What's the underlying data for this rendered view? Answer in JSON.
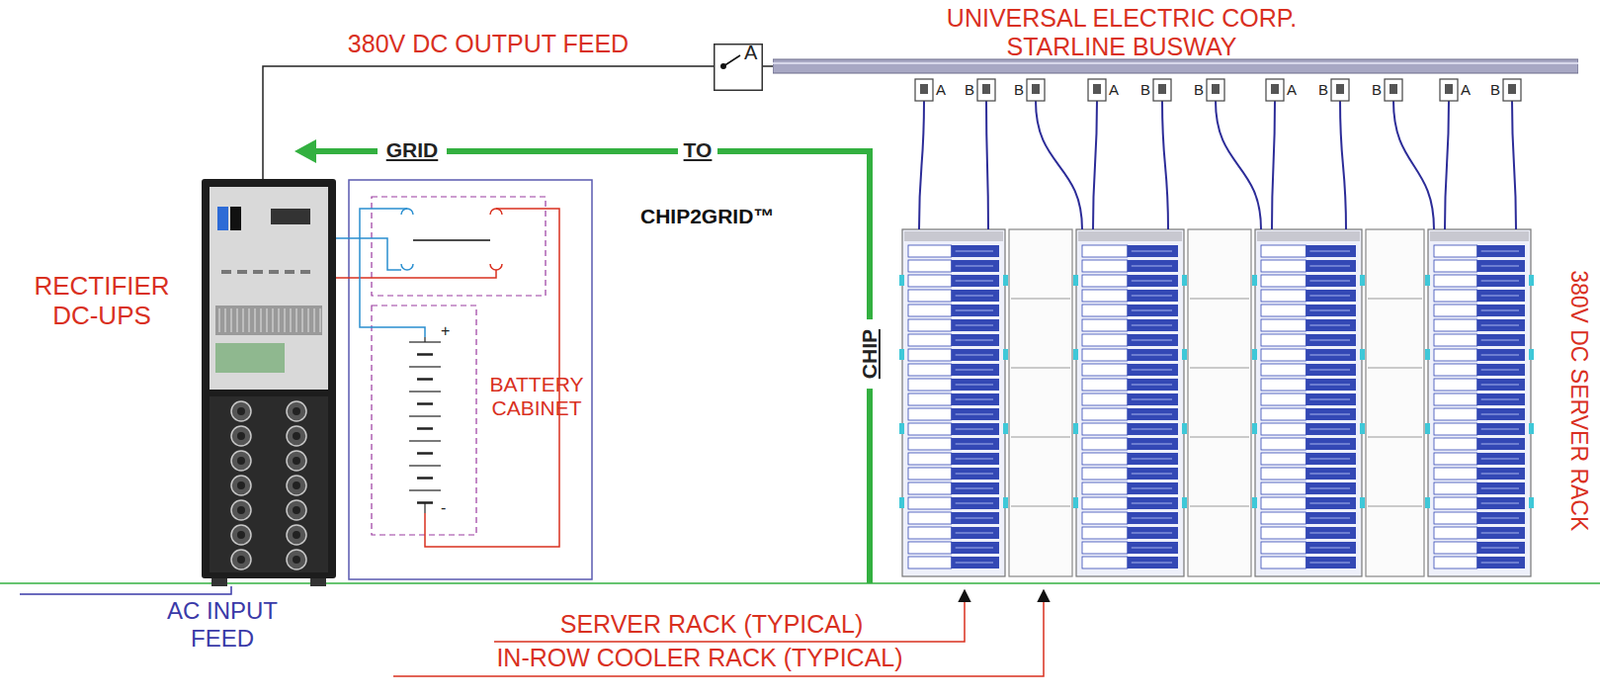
{
  "diagram": {
    "nodes": [
      {
        "text": [
          "RECTIFIER DC-UPS"
        ]
      },
      {
        "text": [
          "BATTERY CABINET"
        ]
      },
      {
        "text": [
          "A"
        ]
      },
      {
        "text": [
          "UNIVERSAL ELECTRIC CORP. STARLINE BUSWAY"
        ]
      }
    ],
    "edges": [
      {
        "from": 0,
        "to": 2,
        "arrow": "none",
        "label": "380V DC OUTPUT FEED"
      },
      {
        "from": 2,
        "to": 3,
        "arrow": "none"
      },
      {
        "from": 1,
        "to": 0,
        "arrow": "none"
      }
    ],
    "labels": [
      "GRID",
      "TO",
      "CHIP2GRID™",
      "CHIP",
      "A",
      "B",
      "B",
      "A",
      "B",
      "B",
      "A",
      "B",
      "B",
      "A",
      "B",
      "+",
      "-",
      "380V DC SERVER RACK",
      "AC INPUT FEED",
      "SERVER RACK (TYPICAL)",
      "IN-ROW COOLER RACK (TYPICAL)"
    ]
  }
}
